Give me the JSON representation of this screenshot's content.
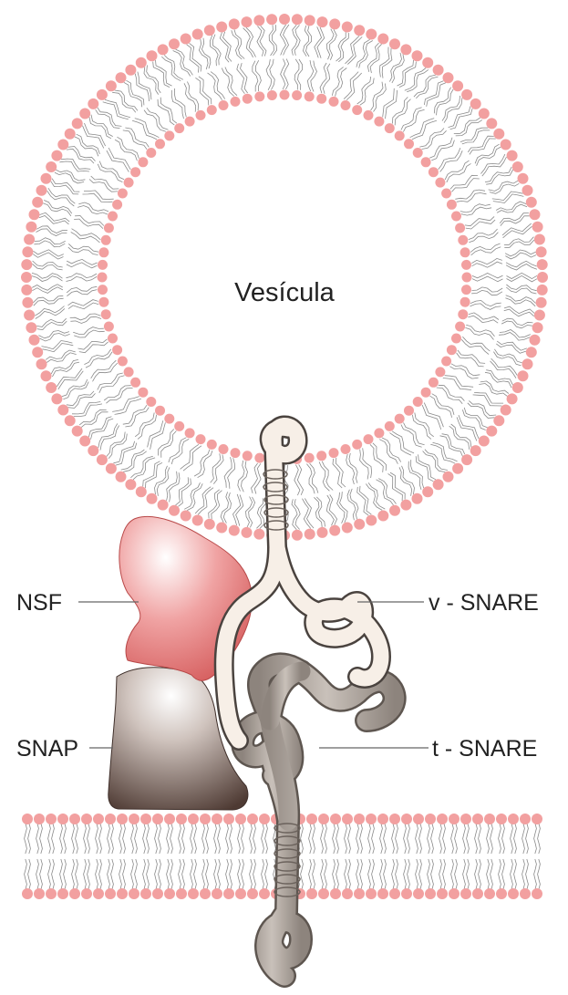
{
  "labels": {
    "vesicle": "Vesícula",
    "nsf": "NSF",
    "v_snare": "v - SNARE",
    "snap": "SNAP",
    "t_snare": "t - SNARE"
  },
  "colors": {
    "lipid_head": "#f2a0a0",
    "lipid_tail": "#8a8a8a",
    "nsf": "#e27272",
    "snap": "#7b665f",
    "v_snare": "#f5ece4",
    "t_snare": "#a89f97",
    "leader_line": "#555555"
  }
}
